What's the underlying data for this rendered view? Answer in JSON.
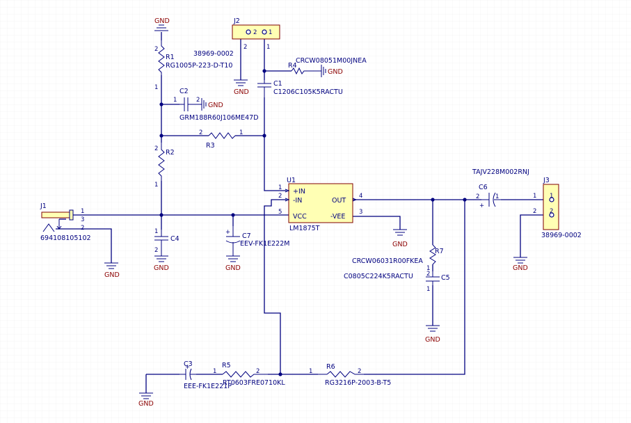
{
  "colors": {
    "wire": "#00007f",
    "ground_label": "#8b0000",
    "body_fill": "#ffffb4",
    "body_stroke": "#7f0000"
  },
  "gnd": "GND",
  "r1": {
    "ref": "R1",
    "part": "RG1005P-223-D-T10",
    "pin_top": "2",
    "pin_bot": "1"
  },
  "r2": {
    "ref": "R2",
    "pin_top": "2",
    "pin_bot": "1"
  },
  "r3": {
    "ref": "R3",
    "pin_left": "2",
    "pin_right": "1"
  },
  "r4": {
    "ref": "R4",
    "part": "CRCW08051M00JNEA"
  },
  "r5": {
    "ref": "R5",
    "part": "RT0603FRE0710KL",
    "pin_left": "1",
    "pin_right": "2"
  },
  "r6": {
    "ref": "R6",
    "part": "RG3216P-2003-B-T5",
    "pin_left": "1",
    "pin_right": "2"
  },
  "r7": {
    "ref": "R7",
    "part": "CRCW06031R00FKEA",
    "pin_top": "2",
    "pin_bot": "1"
  },
  "c1": {
    "ref": "C1",
    "part": "C1206C105K5RACTU"
  },
  "c2": {
    "ref": "C2",
    "part": "GRM188R60J106ME47D",
    "pin_left": "1",
    "pin_right": "2"
  },
  "c3": {
    "ref": "C3",
    "part": "EEE-FK1E221P"
  },
  "c4": {
    "ref": "C4",
    "pin_top": "1",
    "pin_bot": "2"
  },
  "c5": {
    "ref": "C5",
    "part": "C0805C224K5RACTU",
    "pin_top": "2",
    "pin_bot": "1"
  },
  "c6": {
    "ref": "C6",
    "part": "TAJV228M002RNJ",
    "pin_left": "2",
    "pin_right": "1"
  },
  "c7": {
    "ref": "C7",
    "part": "EEV-FK1E222M"
  },
  "j1": {
    "ref": "J1",
    "part": "694108105102",
    "pins": [
      "1",
      "3",
      "2"
    ]
  },
  "j2": {
    "ref": "J2",
    "part": "38969-0002",
    "pins": [
      "2",
      "1"
    ]
  },
  "j3": {
    "ref": "J3",
    "part": "38969-0002",
    "pins": [
      "1",
      "2"
    ],
    "pin_left1": "1",
    "pin_left2": "2"
  },
  "u1": {
    "ref": "U1",
    "part": "LM1875T",
    "in_plus": "+IN",
    "in_minus": "-IN",
    "vcc": "VCC",
    "out": "OUT",
    "vee": "-VEE",
    "pin_inp": "1",
    "pin_inm": "2",
    "pin_vcc": "5",
    "pin_out": "4",
    "pin_vee": "3"
  }
}
